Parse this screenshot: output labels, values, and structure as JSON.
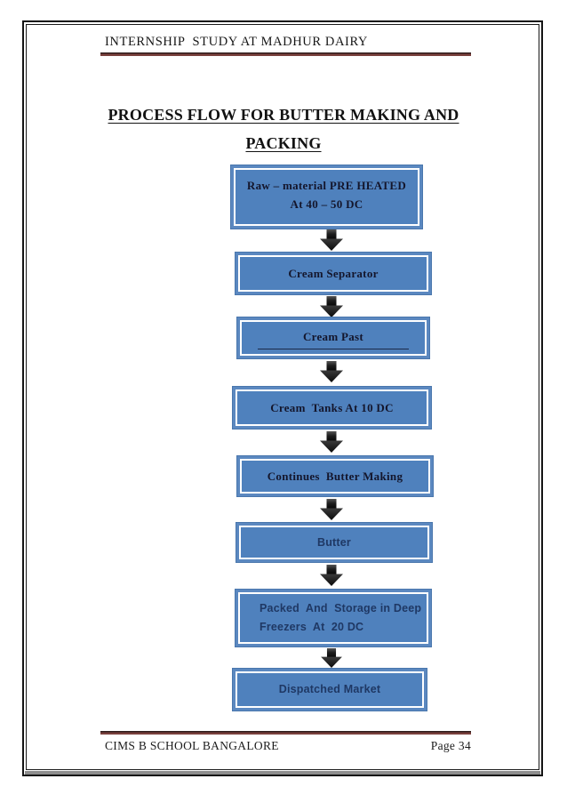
{
  "header": {
    "text": "INTERNSHIP  STUDY AT MADHUR DAIRY"
  },
  "title": {
    "line1": "PROCESS FLOW FOR BUTTER MAKING AND",
    "line2": "PACKING"
  },
  "flowchart": {
    "steps": [
      {
        "line1": "Raw – material PRE HEATED",
        "line2": "At 40 – 50 DC"
      },
      {
        "line1": "Cream Separator"
      },
      {
        "line1": "Cream Past"
      },
      {
        "line1": "Cream  Tanks At 10 DC"
      },
      {
        "line1": "Continues  Butter Making"
      },
      {
        "line1": "Butter"
      },
      {
        "line1": "Packed  And  Storage in Deep",
        "line2": "Freezers  At  20 DC"
      },
      {
        "line1": "Dispatched Market"
      }
    ]
  },
  "footer": {
    "left": "CIMS B SCHOOL BANGALORE",
    "right": "Page 34"
  },
  "colors": {
    "box_fill": "#4f81bd",
    "box_frame": "#5b88c0",
    "box_inner_line": "#ffffff",
    "serif_text": "#14162c",
    "sans_text": "#1f3864",
    "accent_rule": "#7a403c",
    "page_border": "#141414",
    "border_shadow": "#8d8d8d",
    "arrow": "#1c1c1c"
  }
}
